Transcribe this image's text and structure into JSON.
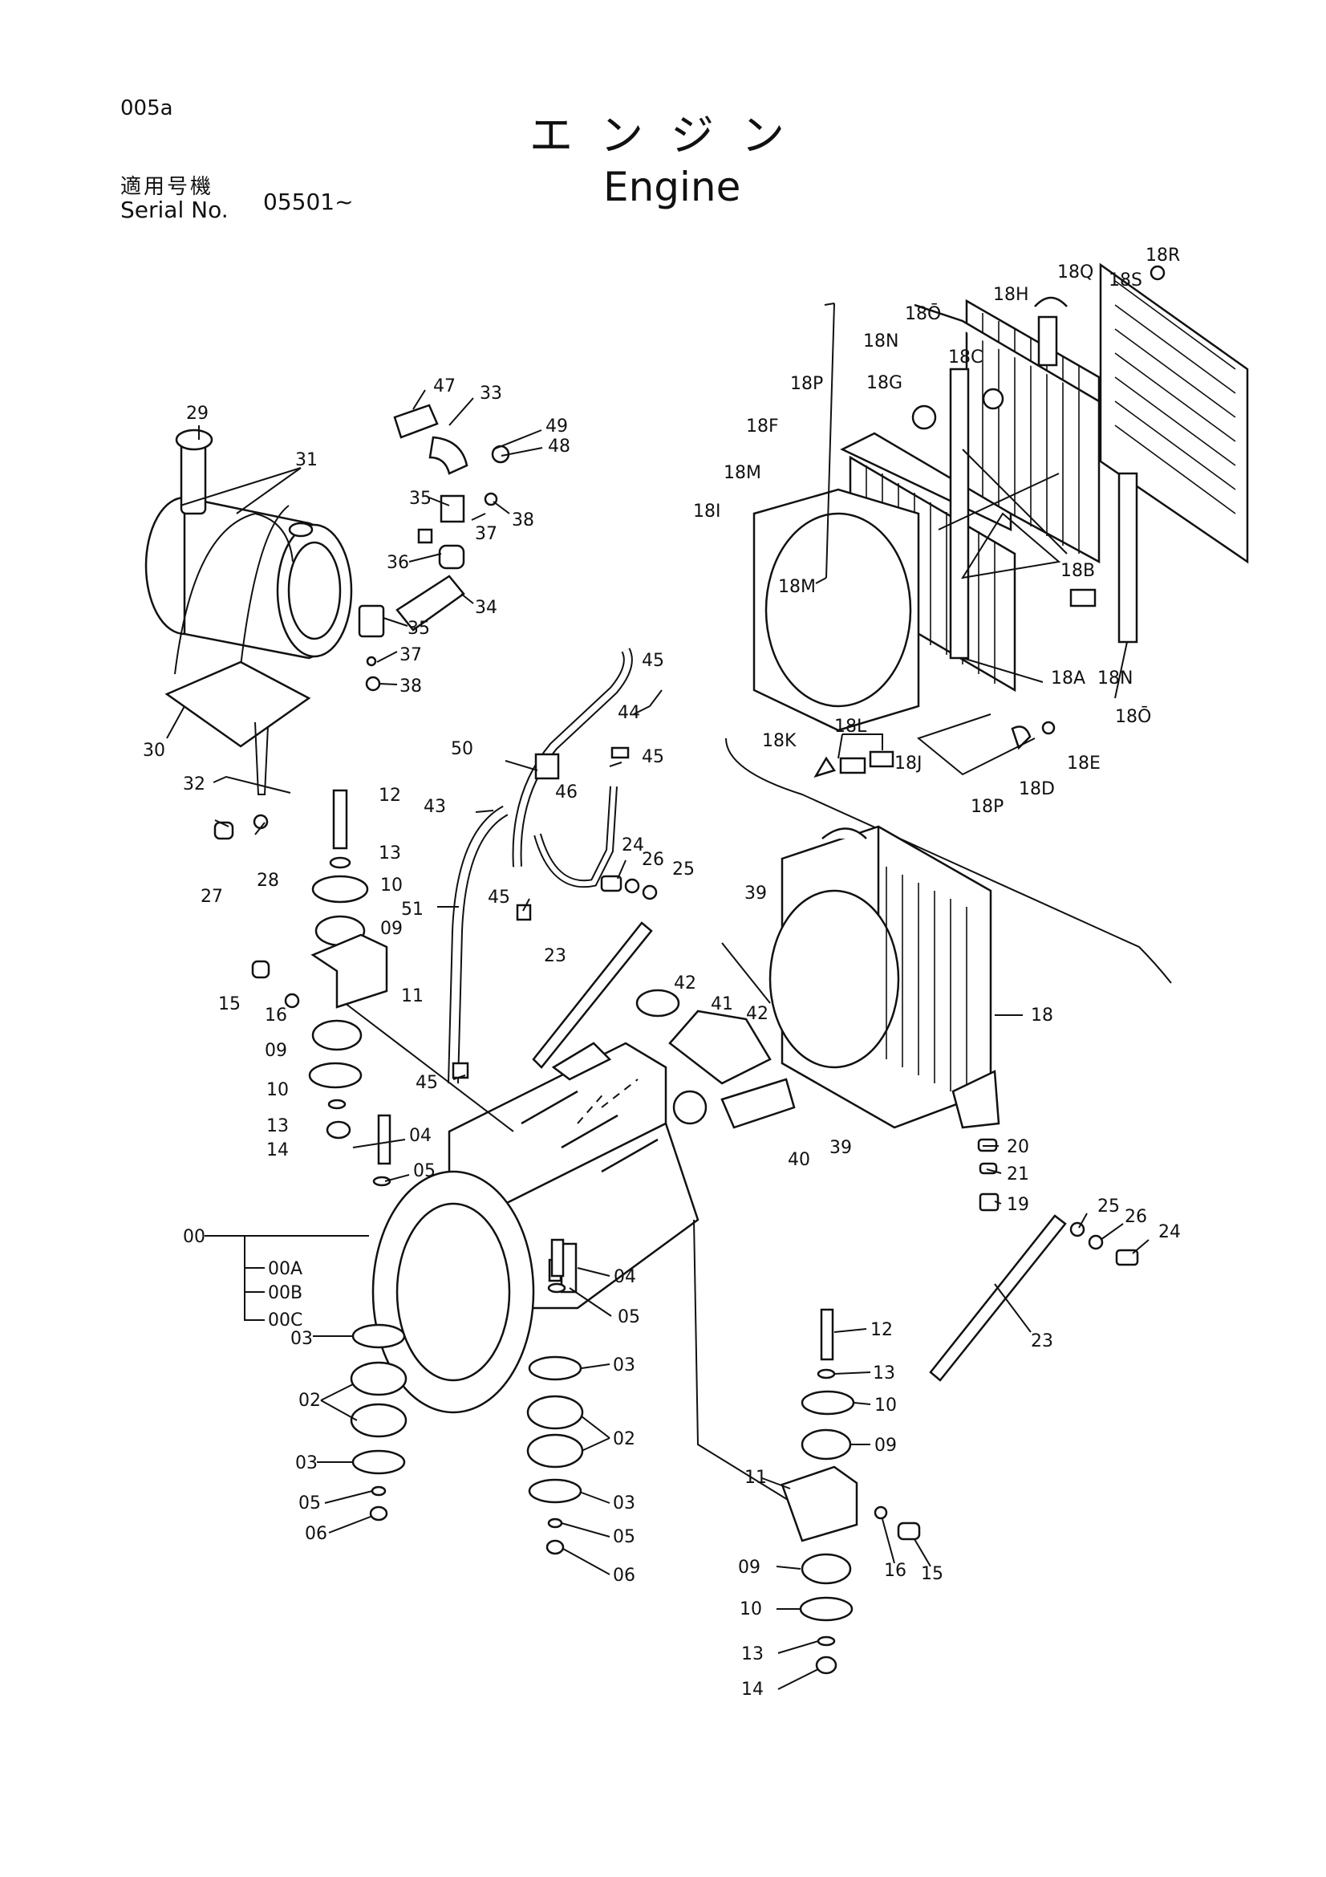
{
  "header": {
    "page_code": "005a",
    "title_jp": "エンジン",
    "title_en": "Engine",
    "serial_label_jp": "適用号機",
    "serial_label_en": "Serial No.",
    "serial_value": "05501~"
  },
  "callouts": {
    "c29": "29",
    "c31": "31",
    "c47": "47",
    "c33": "33",
    "c49": "49",
    "c48": "48",
    "c35a": "35",
    "c37a": "37",
    "c38a": "38",
    "c36": "36",
    "c34": "34",
    "c35b": "35",
    "c37b": "37",
    "c38b": "38",
    "c30": "30",
    "c32": "32",
    "c27": "27",
    "c28": "28",
    "c18R": "18R",
    "c18Q": "18Q",
    "c18S": "18S",
    "c18H": "18H",
    "c18O_top": "18Ō",
    "c18N_top": "18N",
    "c18C": "18C",
    "c18P_top": "18P",
    "c18G": "18G",
    "c18F": "18F",
    "c18M_top": "18M",
    "c18I": "18I",
    "c18M_mid": "18M",
    "c18B": "18B",
    "c18A": "18A",
    "c18N_bot": "18N",
    "c18O_bot": "18Ō",
    "c18E": "18E",
    "c18D": "18D",
    "c18L": "18L",
    "c18K": "18K",
    "c18J": "18J",
    "c18P_bot": "18P",
    "c45a": "45",
    "c44": "44",
    "c45b": "45",
    "c46": "46",
    "c50": "50",
    "c43": "43",
    "c51": "51",
    "c45c": "45",
    "c45d": "45",
    "c12a": "12",
    "c13a": "13",
    "c10a": "10",
    "c09a": "09",
    "c15a": "15",
    "c16a": "16",
    "c11a": "11",
    "c09b": "09",
    "c10b": "10",
    "c13b": "13",
    "c14a": "14",
    "c24a": "24",
    "c26a": "26",
    "c25a": "25",
    "c23a": "23",
    "c39a": "39",
    "c42a": "42",
    "c41": "41",
    "c42b": "42",
    "c39b": "39",
    "c40": "40",
    "c18": "18",
    "c20": "20",
    "c21": "21",
    "c19": "19",
    "c25b": "25",
    "c26b": "26",
    "c24b": "24",
    "c23b": "23",
    "c04a": "04",
    "c05a": "05",
    "c00": "00",
    "c00A": "00A",
    "c00B": "00B",
    "c00C": "00C",
    "c04b": "04",
    "c05b": "05",
    "c03a": "03",
    "c02a": "02",
    "c03b": "03",
    "c05c": "05",
    "c06a": "06",
    "c03c": "03",
    "c02b": "02",
    "c03d": "03",
    "c05d": "05",
    "c06b": "06",
    "c12b": "12",
    "c13c": "13",
    "c10c": "10",
    "c09c": "09",
    "c11b": "11",
    "c16b": "16",
    "c15b": "15",
    "c09d": "09",
    "c10d": "10",
    "c13d": "13",
    "c14b": "14"
  }
}
